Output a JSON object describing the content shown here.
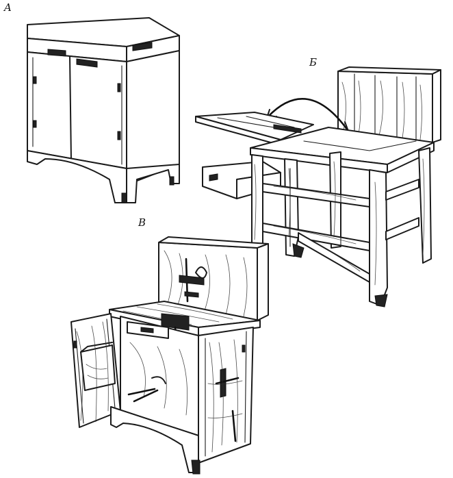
{
  "labels": {
    "a": "A",
    "b": "Б",
    "c": "В"
  },
  "colors": {
    "ink": "#1a1a1a",
    "paper": "#ffffff"
  }
}
